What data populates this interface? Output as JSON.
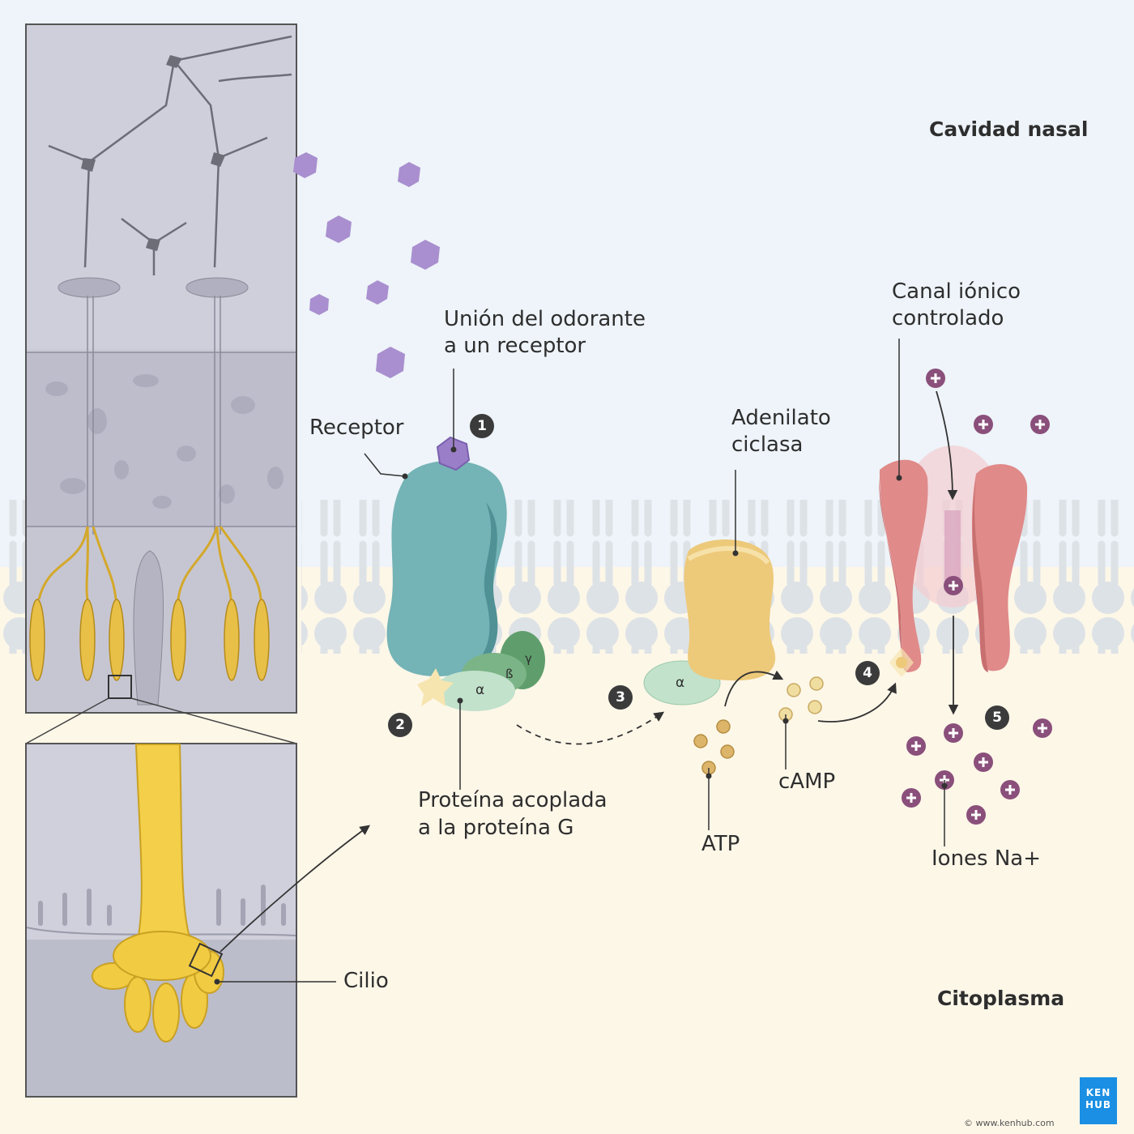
{
  "labels": {
    "nasal_cavity": "Cavidad nasal",
    "cytoplasm": "Citoplasma",
    "odorant_binding_1": "Unión del odorante",
    "odorant_binding_2": "a un receptor",
    "receptor": "Receptor",
    "adenylate_1": "Adenilato",
    "adenylate_2": "ciclasa",
    "ion_channel_1": "Canal iónico",
    "ion_channel_2": "controlado",
    "gprotein_1": "Proteína acoplada",
    "gprotein_2": "a la proteína G",
    "atp": "ATP",
    "camp": "cAMP",
    "na_ions": "Iones Na+",
    "cilium": "Cilio",
    "alpha": "α",
    "beta": "ß",
    "gamma": "γ"
  },
  "steps": [
    "1",
    "2",
    "3",
    "4",
    "5"
  ],
  "logo": {
    "line1": "KEN",
    "line2": "HUB"
  },
  "site": "© www.kenhub.com",
  "colors": {
    "receptor": "#74b3b6",
    "odorant": "#a98fcf",
    "adenylate": "#edc97a",
    "channel": "#e08a8a",
    "gprotein": "#a9d4b4",
    "ion": "#8a4f7b",
    "membrane": "#dde2e6",
    "atp": "#dcb56a"
  }
}
